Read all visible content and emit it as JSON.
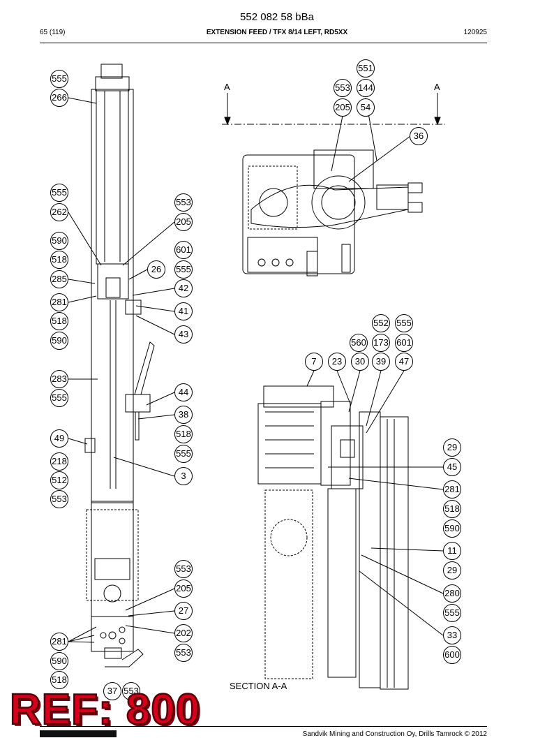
{
  "document": {
    "code": "552 082 58 bBa",
    "page": "65 (119)",
    "title": "EXTENSION FEED / TFX 8/14 LEFT, RD5XX",
    "date": "120925"
  },
  "section": {
    "marker": "A",
    "caption": "SECTION A-A"
  },
  "stamp": "REF: 800",
  "footer": "Sandvik Mining and Construction Oy, Drills Tamrock © 2012",
  "callouts": {
    "left": [
      "555",
      "266",
      "555",
      "262",
      "590",
      "518",
      "285",
      "281",
      "518",
      "590",
      "283",
      "555",
      "49",
      "218",
      "512",
      "553",
      "281",
      "590",
      "518",
      "37",
      "553"
    ],
    "middle": [
      "553",
      "205",
      "601",
      "555",
      "26",
      "42",
      "41",
      "43",
      "44",
      "38",
      "518",
      "555",
      "3",
      "553",
      "205",
      "27",
      "202",
      "553"
    ],
    "top_right": [
      "551",
      "553",
      "144",
      "205",
      "54",
      "36"
    ],
    "right_top_row": [
      "552",
      "555",
      "560",
      "173",
      "601",
      "7",
      "23",
      "30",
      "39",
      "47"
    ],
    "right_column": [
      "29",
      "45",
      "281",
      "518",
      "590",
      "11",
      "29",
      "280",
      "555",
      "33",
      "600"
    ]
  }
}
